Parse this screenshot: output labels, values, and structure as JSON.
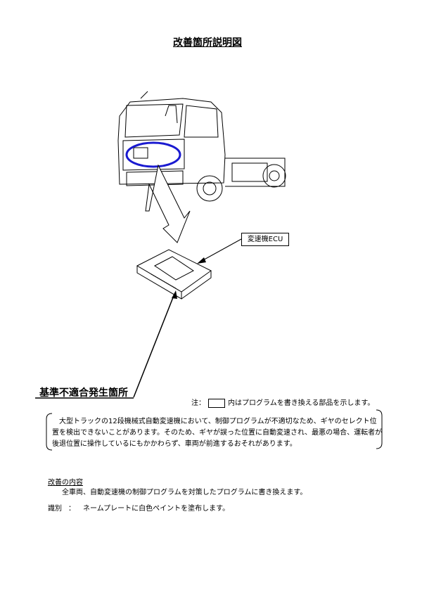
{
  "title": "改善箇所説明図",
  "ecu_label": "変速機ECU",
  "defect_label": "基準不適合発生箇所",
  "note": {
    "prefix": "注：",
    "suffix": "内はプログラムを書き換える部品を示します。"
  },
  "description": "　大型トラックの12段機械式自動変速機において、制御プログラムが不適切なため、ギヤのセレクト位置を検出できないことがあります。そのため、ギヤが誤った位置に自動変速され、最悪の場合、運転者が後退位置に操作しているにもかかわらず、車両が前進するおそれがあります。",
  "improvement": {
    "heading": "改善の内容",
    "body": "全車両、自動変速機の制御プログラムを対策したプログラムに書き換えます。"
  },
  "identification": {
    "label": "識別",
    "separator": "：",
    "body": "ネームプレートに白色ペイントを塗布します。"
  },
  "colors": {
    "highlight": "#1a1ad0"
  }
}
